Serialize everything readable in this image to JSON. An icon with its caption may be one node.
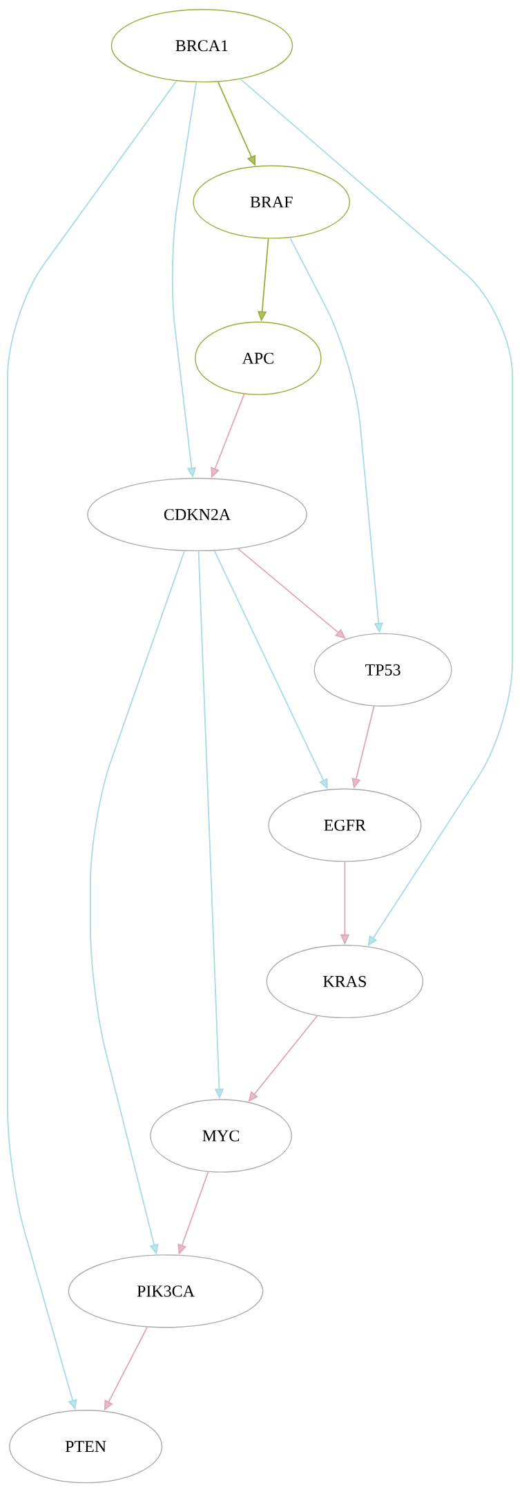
{
  "diagram": {
    "nodes": [
      {
        "text": [
          "BRCA1"
        ]
      },
      {
        "text": [
          "BRAF"
        ]
      },
      {
        "text": [
          "APC"
        ]
      },
      {
        "text": [
          "CDKN2A"
        ]
      },
      {
        "text": [
          "TP53"
        ]
      },
      {
        "text": [
          "EGFR"
        ]
      },
      {
        "text": [
          "KRAS"
        ]
      },
      {
        "text": [
          "MYC"
        ]
      },
      {
        "text": [
          "PIK3CA"
        ]
      },
      {
        "text": [
          "PTEN"
        ]
      }
    ],
    "edges": [
      {
        "from": 0,
        "to": 1,
        "arrow": "to",
        "color": "#9aad3a"
      },
      {
        "from": 0,
        "to": 3,
        "arrow": "to",
        "color": "#a5dbe5"
      },
      {
        "from": 0,
        "to": 9,
        "arrow": "to",
        "color": "#a5dbe5"
      },
      {
        "from": 0,
        "to": 6,
        "arrow": "to",
        "color": "#a5dbe5"
      },
      {
        "from": 1,
        "to": 2,
        "arrow": "to",
        "color": "#9aad3a"
      },
      {
        "from": 1,
        "to": 4,
        "arrow": "to",
        "color": "#a5dbe5"
      },
      {
        "from": 2,
        "to": 3,
        "arrow": "to",
        "color": "#e2a5b8"
      },
      {
        "from": 3,
        "to": 4,
        "arrow": "to",
        "color": "#e2a5b8"
      },
      {
        "from": 3,
        "to": 5,
        "arrow": "to",
        "color": "#a5dbe5"
      },
      {
        "from": 3,
        "to": 7,
        "arrow": "to",
        "color": "#a5dbe5"
      },
      {
        "from": 3,
        "to": 8,
        "arrow": "to",
        "color": "#a5dbe5"
      },
      {
        "from": 4,
        "to": 5,
        "arrow": "to",
        "color": "#e2a5b8"
      },
      {
        "from": 5,
        "to": 6,
        "arrow": "to",
        "color": "#e2a5b8"
      },
      {
        "from": 6,
        "to": 7,
        "arrow": "to",
        "color": "#e2a5b8"
      },
      {
        "from": 7,
        "to": 8,
        "arrow": "to",
        "color": "#e2a5b8"
      },
      {
        "from": 8,
        "to": 9,
        "arrow": "to",
        "color": "#e2a5b8"
      }
    ]
  }
}
